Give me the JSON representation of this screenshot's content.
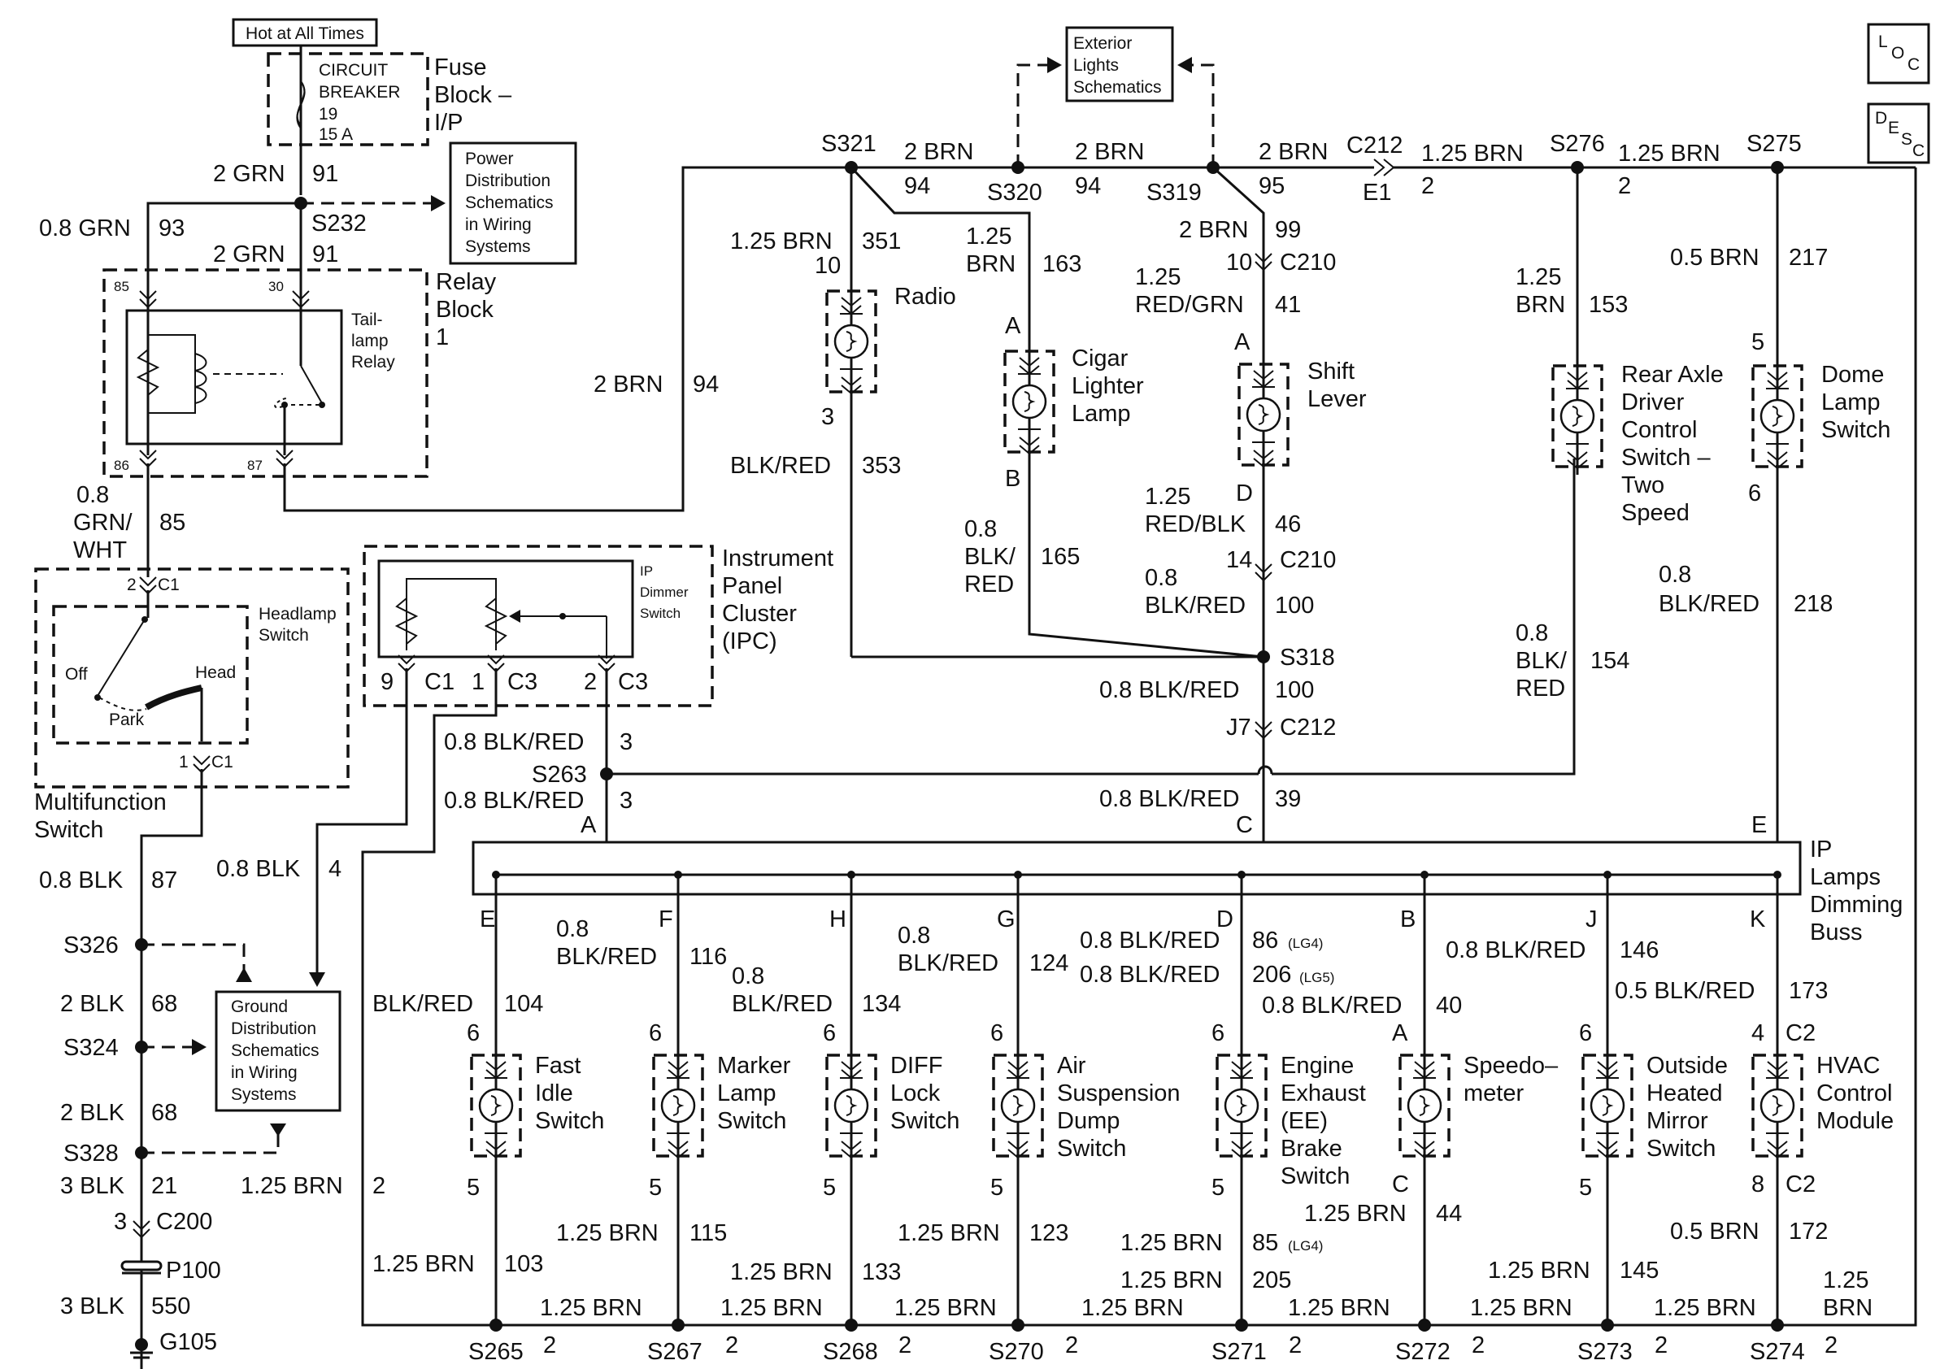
{
  "hot_at_all_times": "Hot at All Times",
  "circuit_breaker": {
    "l1": "CIRCUIT",
    "l2": "BREAKER",
    "l3": "19",
    "l4": "15 A"
  },
  "fuse_block": {
    "l1": "Fuse",
    "l2": "Block –",
    "l3": "I/P"
  },
  "power_dist": {
    "l1": "Power",
    "l2": "Distribution",
    "l3": "Schematics",
    "l4": "in Wiring",
    "l5": "Systems"
  },
  "relay_block": {
    "l1": "Relay",
    "l2": "Block",
    "l3": "1"
  },
  "taillamp_relay": {
    "l1": "Tail-",
    "l2": "lamp",
    "l3": "Relay"
  },
  "relay_pins": {
    "p85": "85",
    "p30": "30",
    "p86": "86",
    "p87": "87"
  },
  "exterior_lights": {
    "l1": "Exterior",
    "l2": "Lights",
    "l3": "Schematics"
  },
  "loc_icon": "LOC",
  "desc_icon": "DESC",
  "headlamp_switch": {
    "l1": "Headlamp",
    "l2": "Switch",
    "off": "Off",
    "head": "Head",
    "park": "Park",
    "c1a": "2",
    "c1b": "1",
    "conn": "C1"
  },
  "multifunction_switch": {
    "l1": "Multifunction",
    "l2": "Switch"
  },
  "ip_dimmer": {
    "l1": "IP",
    "l2": "Dimmer",
    "l3": "Switch"
  },
  "ipc": {
    "l1": "Instrument",
    "l2": "Panel",
    "l3": "Cluster",
    "l4": "(IPC)"
  },
  "ipc_pins": {
    "p9": "9",
    "c1": "C1",
    "p1": "1",
    "c3a": "C3",
    "p2": "2",
    "c3b": "C3"
  },
  "ground_dist": {
    "l1": "Ground",
    "l2": "Distribution",
    "l3": "Schematics",
    "l4": "in Wiring",
    "l5": "Systems"
  },
  "ip_lamps_buss": {
    "l1": "IP",
    "l2": "Lamps",
    "l3": "Dimming",
    "l4": "Buss"
  },
  "splices": {
    "s321": "S321",
    "s320": "S320",
    "s319": "S319",
    "s276": "S276",
    "s275": "S275",
    "s232": "S232",
    "s318": "S318",
    "s263": "S263",
    "s326": "S326",
    "s324": "S324",
    "s328": "S328",
    "s265": "S265",
    "s267": "S267",
    "s268": "S268",
    "s270": "S270",
    "s271": "S271",
    "s272": "S272",
    "s273": "S273",
    "s274": "S274"
  },
  "connectors": {
    "c212": "C212",
    "e1": "E1",
    "c210a": "C210",
    "c210b": "C210",
    "c212b": "C212",
    "j7": "J7",
    "c200": "C200",
    "p100": "P100",
    "g105": "G105"
  },
  "wires": {
    "grn2": "2 GRN",
    "n91": "91",
    "grn08": "0.8 GRN",
    "n93": "93",
    "grn2b": "2 GRN",
    "n91b": "91",
    "grnwht_a": "0.8",
    "grnwht_b": "GRN/",
    "grnwht_c": "WHT",
    "n85": "85",
    "brn2_main": "2 BRN",
    "n94_main": "94",
    "brn2_a": "2 BRN",
    "n94_a": "94",
    "brn2_b": "2 BRN",
    "n94_b": "94",
    "brn2_c": "2 BRN",
    "n95": "95",
    "brn125_e": "1.25 BRN",
    "n2_e": "2",
    "brn125_f": "1.25 BRN",
    "n2_f": "2",
    "radio_brn": "1.25 BRN",
    "n351": "351",
    "radio_10": "10",
    "radio_3": "3",
    "blkred_353": "BLK/RED",
    "n353": "353",
    "cig_a": "1.25",
    "cig_b": "BRN",
    "n163": "163",
    "cig_A": "A",
    "cig_B": "B",
    "cig_blk_a": "0.8",
    "cig_blk_b": "BLK/",
    "cig_blk_c": "RED",
    "n165": "165",
    "sh_brn": "2 BRN",
    "n99": "99",
    "sh_10": "10",
    "sh_rg_a": "1.25",
    "sh_rg_b": "RED/GRN",
    "n41": "41",
    "sh_A": "A",
    "sh_D": "D",
    "sh_rb_a": "1.25",
    "sh_rb_b": "RED/BLK",
    "n46": "46",
    "sh_14": "14",
    "sh_bk_a": "0.8",
    "sh_bk_b": "BLK/RED",
    "n100": "100",
    "s318_bk": "0.8 BLK/RED",
    "n100b": "100",
    "ra_a": "1.25",
    "ra_b": "BRN",
    "n153": "153",
    "ra_bk_a": "0.8",
    "ra_bk_b": "BLK/",
    "ra_bk_c": "RED",
    "n154": "154",
    "dome_brn": "0.5 BRN",
    "n217": "217",
    "dome_5": "5",
    "dome_6": "6",
    "dome_bk_a": "0.8",
    "dome_bk_b": "BLK/RED",
    "n218": "218",
    "s263_a": "0.8 BLK/RED",
    "n3a": "3",
    "s263_b": "0.8 BLK/RED",
    "n3b": "3",
    "n39_w": "0.8 BLK/RED",
    "n39": "39",
    "blk08": "0.8 BLK",
    "n4": "4",
    "blk08b": "0.8 BLK",
    "n87": "87",
    "blk2a": "2 BLK",
    "n68a": "68",
    "blk2b": "2 BLK",
    "n68b": "68",
    "blk3a": "3 BLK",
    "n21": "21",
    "c200_3": "3",
    "blk3b": "3 BLK",
    "n550": "550",
    "brn125_gnd": "1.25 BRN",
    "n2_gnd": "2"
  },
  "buss_letters": {
    "A": "A",
    "C": "C",
    "E": "E",
    "E2": "E",
    "F": "F",
    "H": "H",
    "G": "G",
    "D": "D",
    "B": "B",
    "J": "J",
    "K": "K"
  },
  "branches": {
    "fast_idle": {
      "top": "BLK/RED",
      "topn": "104",
      "p6": "6",
      "p5": "5",
      "bot": "1.25 BRN",
      "botn": "103",
      "l1": "Fast",
      "l2": "Idle",
      "l3": "Switch"
    },
    "marker": {
      "top_a": "0.8",
      "top_b": "BLK/RED",
      "topn": "116",
      "p6": "6",
      "p5": "5",
      "bot": "1.25 BRN",
      "botn": "115",
      "l1": "Marker",
      "l2": "Lamp",
      "l3": "Switch"
    },
    "diff": {
      "top_a": "0.8",
      "top_b": "BLK/RED",
      "topn": "134",
      "p6": "6",
      "p5": "5",
      "bot": "1.25 BRN",
      "botn": "133",
      "l1": "DIFF",
      "l2": "Lock",
      "l3": "Switch"
    },
    "air": {
      "top_a": "0.8",
      "top_b": "BLK/RED",
      "topn": "124",
      "p6": "6",
      "p5": "5",
      "bot": "1.25 BRN",
      "botn": "123",
      "l1": "Air",
      "l2": "Suspension",
      "l3": "Dump",
      "l4": "Switch"
    },
    "engine": {
      "top_a": "0.8 BLK/RED",
      "topn_a": "86",
      "lg4": "(LG4)",
      "top_b": "0.8 BLK/RED",
      "topn_b": "206",
      "lg5": "(LG5)",
      "p6": "6",
      "p5": "5",
      "bot_a": "1.25 BRN",
      "botn_a": "85",
      "bot_b": "1.25 BRN",
      "botn_b": "205",
      "l1": "Engine",
      "l2": "Exhaust",
      "l3": "(EE)",
      "l4": "Brake",
      "l5": "Switch"
    },
    "speedo": {
      "top": "0.8 BLK/RED",
      "topn": "40",
      "pA": "A",
      "pC": "C",
      "bot": "1.25 BRN",
      "botn": "44",
      "l1": "Speedo–",
      "l2": "meter"
    },
    "mirror": {
      "top": "0.8 BLK/RED",
      "topn": "146",
      "p6": "6",
      "p5": "5",
      "bot": "1.25 BRN",
      "botn": "145",
      "l1": "Outside",
      "l2": "Heated",
      "l3": "Mirror",
      "l4": "Switch"
    },
    "hvac": {
      "top": "0.5 BLK/RED",
      "topn": "173",
      "p4": "4",
      "c2a": "C2",
      "p8": "8",
      "c2b": "C2",
      "bot": "0.5 BRN",
      "botn": "172",
      "l1": "HVAC",
      "l2": "Control",
      "l3": "Module"
    }
  },
  "ground_bus": {
    "seg1": "1.25 BRN",
    "seg2": "1.25 BRN",
    "seg3": "1.25 BRN",
    "seg4": "1.25 BRN",
    "seg5": "1.25 BRN",
    "seg6": "1.25 BRN",
    "seg7": "1.25 BRN",
    "seg8_a": "1.25",
    "seg8_b": "BRN",
    "n2": "2"
  },
  "radio": "Radio",
  "cigar": {
    "l1": "Cigar",
    "l2": "Lighter",
    "l3": "Lamp"
  },
  "shift": {
    "l1": "Shift",
    "l2": "Lever"
  },
  "rear_axle": {
    "l1": "Rear Axle",
    "l2": "Driver",
    "l3": "Control",
    "l4": "Switch –",
    "l5": "Two",
    "l6": "Speed"
  },
  "dome": {
    "l1": "Dome",
    "l2": "Lamp",
    "l3": "Switch"
  }
}
